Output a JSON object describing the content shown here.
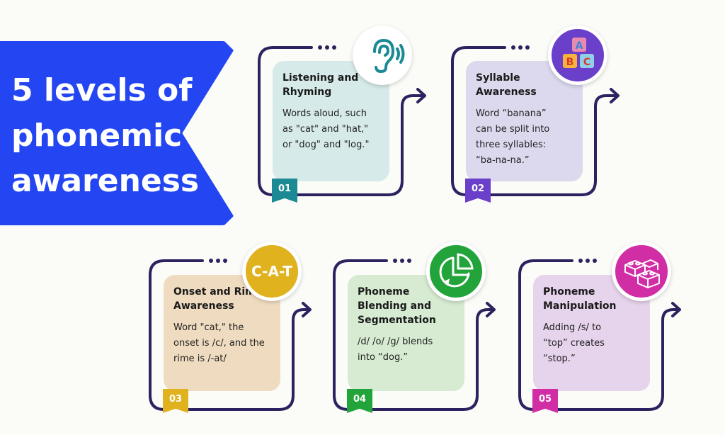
{
  "title": "5 levels of\nphonemic\nawareness",
  "colors": {
    "banner": "#2446f2",
    "connector": "#2b2360"
  },
  "levels": [
    {
      "number": "01",
      "title": "Listening and\nRhyming",
      "text": "Words aloud, such\nas \"cat\" and \"hat,\"\nor \"dog\" and \"log.\"",
      "icon": "ear-icon",
      "card_color": "#d6ebe9",
      "accent": "#1b8a94"
    },
    {
      "number": "02",
      "title": "Syllable\nAwareness",
      "text": "Word “banana”\ncan be split into\nthree syllables:\n“ba-na-na.”",
      "icon": "abc-blocks-icon",
      "card_color": "#dcd9ee",
      "accent": "#6a3fc9"
    },
    {
      "number": "03",
      "title": "Onset and Rime\nAwareness",
      "text": "Word \"cat,\" the\nonset is /c/, and the\nrime is /-at/",
      "icon": "cat-letters-icon",
      "icon_text": "C-A-T",
      "card_color": "#efdcc0",
      "accent": "#e0b21e"
    },
    {
      "number": "04",
      "title": "Phoneme\nBlending and\nSegmentation",
      "text": "/d/ /o/ /g/ blends\ninto “dog.”",
      "icon": "pie-segment-icon",
      "card_color": "#d6ebd2",
      "accent": "#22a43a"
    },
    {
      "number": "05",
      "title": "Phoneme\nManipulation",
      "text": "Adding /s/ to\n“top” creates\n“stop.”",
      "icon": "building-blocks-icon",
      "card_color": "#e6d3ec",
      "accent": "#d12ea6"
    }
  ]
}
